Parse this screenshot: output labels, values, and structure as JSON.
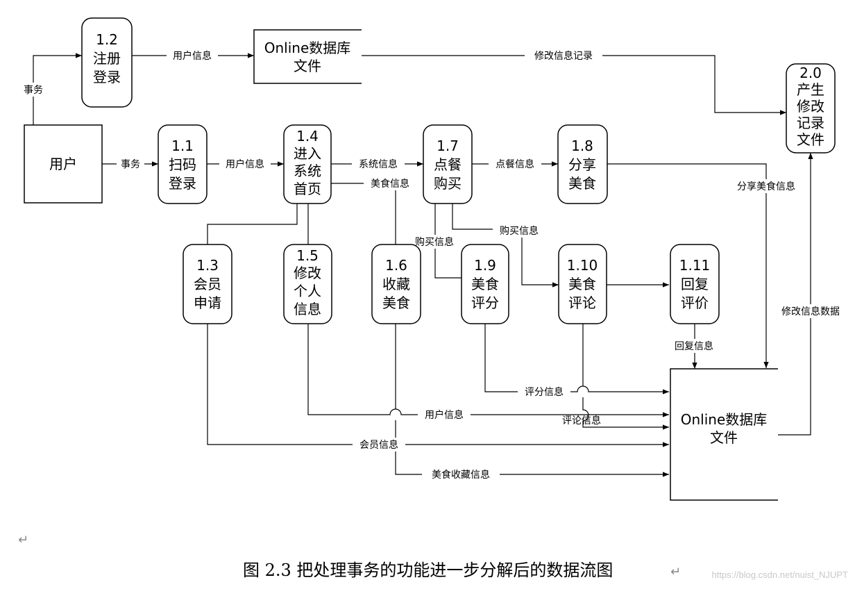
{
  "entities": {
    "user": "用户"
  },
  "stores": {
    "top": [
      "Online数据库",
      "文件"
    ],
    "bottom": [
      "Online数据库",
      "文件"
    ]
  },
  "processes": {
    "p1_2": [
      "1.2",
      "注册",
      "登录"
    ],
    "p1_1": [
      "1.1",
      "扫码",
      "登录"
    ],
    "p1_4": [
      "1.4",
      "进入",
      "系统",
      "首页"
    ],
    "p1_7": [
      "1.7",
      "点餐",
      "购买"
    ],
    "p1_8": [
      "1.8",
      "分享",
      "美食"
    ],
    "p2_0": [
      "2.0",
      "产生",
      "修改",
      "记录",
      "文件"
    ],
    "p1_3": [
      "1.3",
      "会员",
      "申请"
    ],
    "p1_5": [
      "1.5",
      "修改",
      "个人",
      "信息"
    ],
    "p1_6": [
      "1.6",
      "收藏",
      "美食"
    ],
    "p1_9": [
      "1.9",
      "美食",
      "评分"
    ],
    "p1_10": [
      "1.10",
      "美食",
      "评论"
    ],
    "p1_11": [
      "1.11",
      "回复",
      "评价"
    ]
  },
  "flows": {
    "affair_top": "事务",
    "user_info_top": "用户信息",
    "modify_record": "修改信息记录",
    "affair_mid": "事务",
    "user_info_mid": "用户信息",
    "system_info": "系统信息",
    "food_info": "美食信息",
    "order_info": "点餐信息",
    "share_food_info": "分享美食信息",
    "buy_info_a": "购买信息",
    "buy_info_b": "购买信息",
    "modify_data": "修改信息数据",
    "reply_info": "回复信息",
    "score_info": "评分信息",
    "user_info_bottom": "用户信息",
    "comment_info": "评论信息",
    "member_info": "会员信息",
    "collect_info": "美食收藏信息"
  },
  "caption": "图 2.3 把处理事务的功能进一步分解后的数据流图",
  "watermark": "https://blog.csdn.net/nuist_NJUPT"
}
